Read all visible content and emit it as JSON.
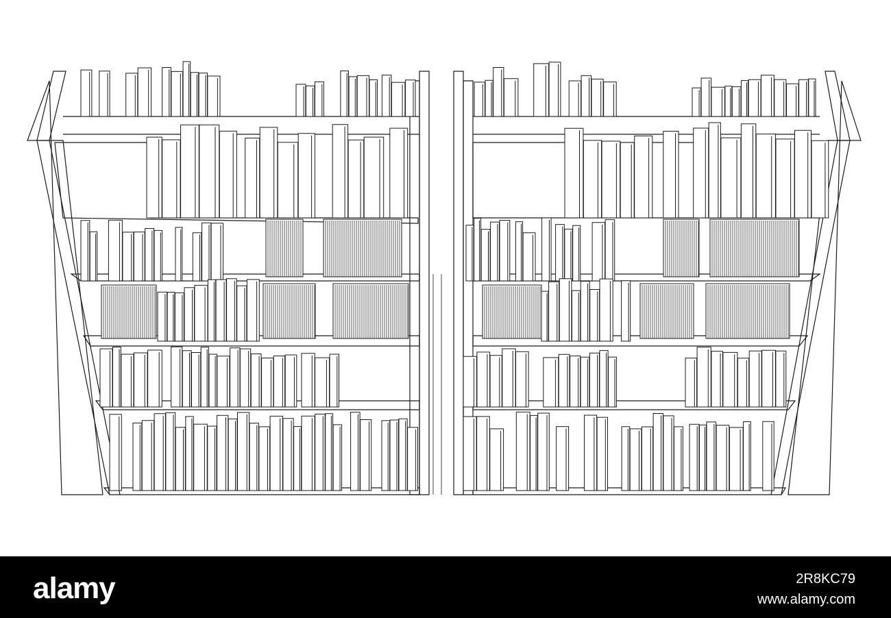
{
  "footer": {
    "brand": "alamy",
    "image_id": "2R8KC79",
    "url": "www.alamy.com"
  },
  "colors": {
    "line": "#1a1a1a",
    "background": "#ffffff",
    "footer_bg": "#000000",
    "footer_text": "#ffffff"
  }
}
